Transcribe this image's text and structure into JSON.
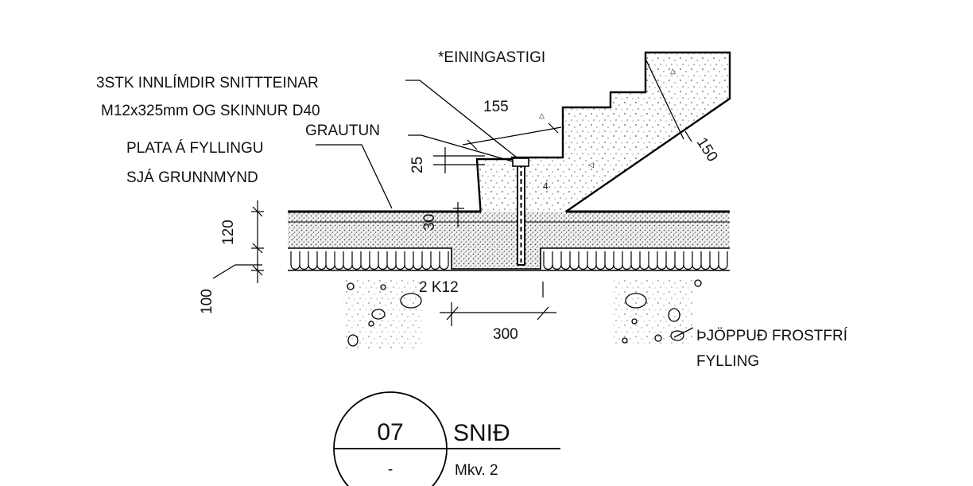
{
  "labels": {
    "stair_unit": "*EININGASTIGI",
    "dowels_line1": "3STK INNLÍMDIR SNITTTEINAR",
    "dowels_line2": "M12x325mm OG SKINNUR D40",
    "grout": "GRAUTUN",
    "slab_line1": "PLATA Á FYLLINGU",
    "slab_line2": "SJÁ GRUNNMYND",
    "fill_line1": "ÞJÖPPUÐ FROSTFRÍ",
    "fill_line2": "FYLLING",
    "rebar": "2 K12"
  },
  "dimensions": {
    "d155": "155",
    "d150": "150",
    "d25": "25",
    "d30": "30",
    "d120": "120",
    "d100": "100",
    "d300": "300"
  },
  "title_block": {
    "number": "07",
    "sheet": "-",
    "title": "SNIÐ",
    "scale": "Mkv. 2"
  }
}
